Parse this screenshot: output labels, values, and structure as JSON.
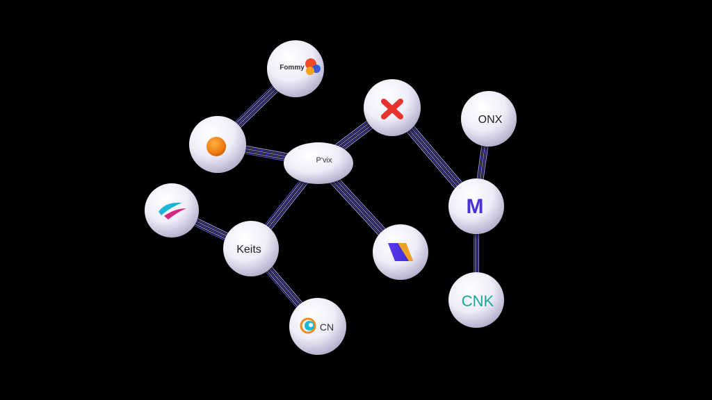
{
  "colors": {
    "background": "#000000",
    "edge": "#6b5cf0",
    "edge_highlight": "#b9b0ff",
    "node_light": "#ffffff",
    "node_mid": "#eceaf7",
    "node_dark": "#b6b2cf",
    "orange": "#f08a1c",
    "red": "#e8322d",
    "purple": "#6a3df0",
    "teal": "#19a89a",
    "cyan": "#1bb7d8",
    "magenta": "#d6257d"
  },
  "nodes": [
    {
      "id": "top-logo",
      "text": "Fommy",
      "icon": "multicolor-blob-icon"
    },
    {
      "id": "orange",
      "text": "",
      "icon": "orange-circle-icon"
    },
    {
      "id": "hub",
      "text": "P'vix",
      "icon": ""
    },
    {
      "id": "red-x",
      "text": "",
      "icon": "red-x-icon"
    },
    {
      "id": "onx",
      "text": "ONX",
      "icon": ""
    },
    {
      "id": "swoosh",
      "text": "",
      "icon": "swoosh-icon"
    },
    {
      "id": "keras",
      "text": "Keits",
      "icon": ""
    },
    {
      "id": "parallelogram",
      "text": "",
      "icon": "parallelogram-icon"
    },
    {
      "id": "m",
      "text": "M",
      "icon": ""
    },
    {
      "id": "cnk",
      "text": "CNK",
      "icon": ""
    },
    {
      "id": "cn",
      "text": "CN",
      "icon": "swirl-circle-icon"
    }
  ]
}
